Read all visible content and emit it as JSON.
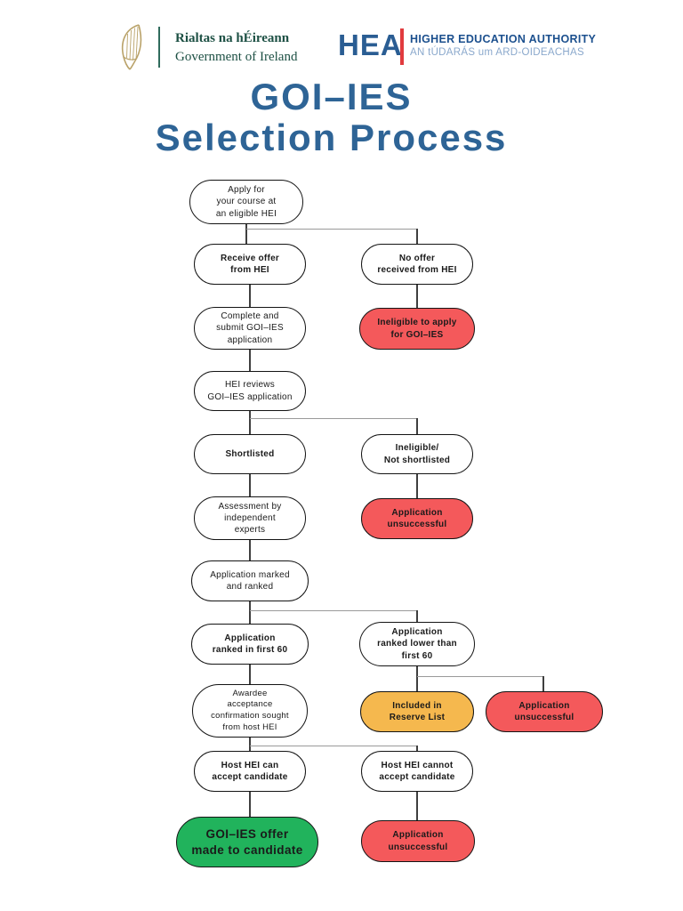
{
  "header": {
    "government_of_ireland": {
      "irish": "Rialtas na hÉireann",
      "english": "Government of Ireland"
    },
    "hea": {
      "acronym": "HEA",
      "name_english": "HIGHER EDUCATION AUTHORITY",
      "name_irish": "AN tÚDARÁS um ARD-OIDEACHAS"
    }
  },
  "title": {
    "line1": "GOI–IES",
    "line2": "Selection Process"
  },
  "colors": {
    "title_blue": "#2e6496",
    "gov_text_green": "#1d5044",
    "logo_divider_green": "#2f6b5c",
    "harp_gold": "#b9a269",
    "hea_blue": "#2a5d93",
    "hea_navy": "#1c508e",
    "hea_light_blue": "#8aa8cc",
    "hea_red_bar": "#e13b3e",
    "node_white": "#ffffff",
    "node_red": "#f4595b",
    "node_orange": "#f5b84e",
    "node_green": "#21b35c",
    "node_border": "#141414"
  },
  "flowchart": {
    "nodes": [
      {
        "id": "apply",
        "label": "Apply for\nyour course at\nan eligible HEI",
        "variant": "white"
      },
      {
        "id": "receive_offer",
        "label": "Receive offer\nfrom HEI",
        "variant": "white"
      },
      {
        "id": "no_offer",
        "label": "No offer\nreceived from HEI",
        "variant": "white"
      },
      {
        "id": "complete_submit",
        "label": "Complete and\nsubmit GOI–IES\napplication",
        "variant": "white"
      },
      {
        "id": "ineligible_apply",
        "label": "Ineligible to apply\nfor GOI–IES",
        "variant": "red"
      },
      {
        "id": "hei_reviews",
        "label": "HEI reviews\nGOI–IES application",
        "variant": "white"
      },
      {
        "id": "shortlisted",
        "label": "Shortlisted",
        "variant": "white"
      },
      {
        "id": "not_shortlisted",
        "label": "Ineligible/\nNot shortlisted",
        "variant": "white"
      },
      {
        "id": "assessment",
        "label": "Assessment by\nindependent\nexperts",
        "variant": "white"
      },
      {
        "id": "unsuccessful_a",
        "label": "Application\nunsuccessful",
        "variant": "red"
      },
      {
        "id": "marked_ranked",
        "label": "Application marked\nand ranked",
        "variant": "white"
      },
      {
        "id": "first_60",
        "label": "Application\nranked in first 60",
        "variant": "white"
      },
      {
        "id": "lower_60",
        "label": "Application\nranked lower than\nfirst 60",
        "variant": "white"
      },
      {
        "id": "awardee_confirmation",
        "label": "Awardee\nacceptance\nconfirmation sought\nfrom host HEI",
        "variant": "white"
      },
      {
        "id": "reserve_list",
        "label": "Included in\nReserve List",
        "variant": "orange"
      },
      {
        "id": "unsuccessful_b",
        "label": "Application\nunsuccessful",
        "variant": "red"
      },
      {
        "id": "host_can",
        "label": "Host HEI can\naccept candidate",
        "variant": "white"
      },
      {
        "id": "host_cannot",
        "label": "Host HEI cannot\naccept candidate",
        "variant": "white"
      },
      {
        "id": "offer_made",
        "label": "GOI–IES offer\nmade to candidate",
        "variant": "green"
      },
      {
        "id": "unsuccessful_c",
        "label": "Application\nunsuccessful",
        "variant": "red"
      }
    ],
    "edges": [
      {
        "from": "apply",
        "to": "receive_offer"
      },
      {
        "from": "apply",
        "to": "no_offer"
      },
      {
        "from": "no_offer",
        "to": "ineligible_apply"
      },
      {
        "from": "receive_offer",
        "to": "complete_submit"
      },
      {
        "from": "complete_submit",
        "to": "hei_reviews"
      },
      {
        "from": "hei_reviews",
        "to": "shortlisted"
      },
      {
        "from": "hei_reviews",
        "to": "not_shortlisted"
      },
      {
        "from": "not_shortlisted",
        "to": "unsuccessful_a"
      },
      {
        "from": "shortlisted",
        "to": "assessment"
      },
      {
        "from": "assessment",
        "to": "marked_ranked"
      },
      {
        "from": "marked_ranked",
        "to": "first_60"
      },
      {
        "from": "marked_ranked",
        "to": "lower_60"
      },
      {
        "from": "lower_60",
        "to": "reserve_list"
      },
      {
        "from": "lower_60",
        "to": "unsuccessful_b"
      },
      {
        "from": "first_60",
        "to": "awardee_confirmation"
      },
      {
        "from": "awardee_confirmation",
        "to": "host_can"
      },
      {
        "from": "awardee_confirmation",
        "to": "host_cannot"
      },
      {
        "from": "host_can",
        "to": "offer_made"
      },
      {
        "from": "host_cannot",
        "to": "unsuccessful_c"
      }
    ]
  }
}
